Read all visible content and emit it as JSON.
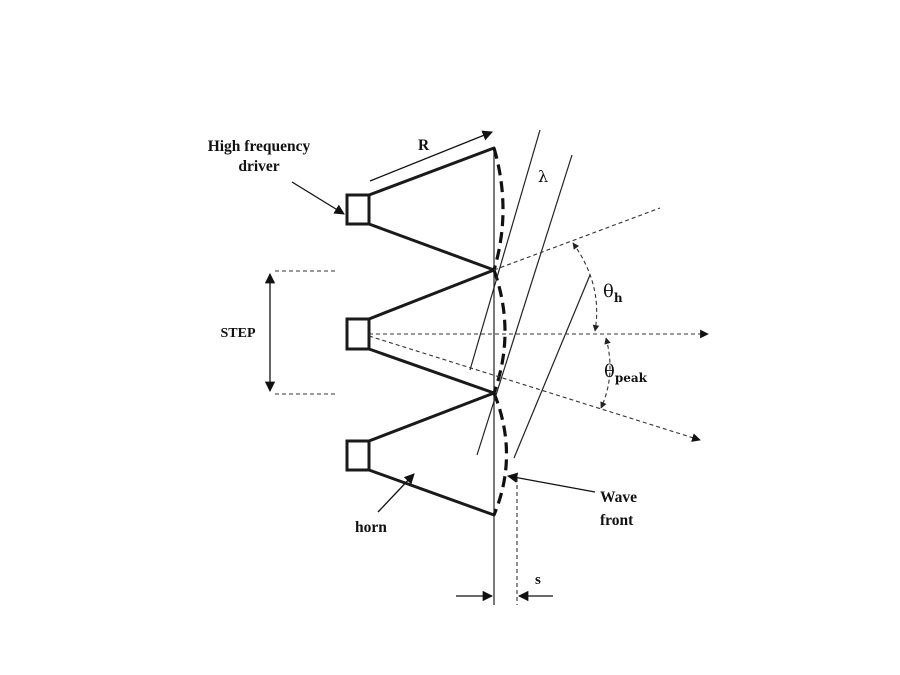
{
  "labels": {
    "driver_line1": "High frequency",
    "driver_line2": "driver",
    "radius": "R",
    "wavelength": "λ",
    "step": "STEP",
    "theta": "θ",
    "theta_h_sub": "h",
    "theta_peak_sub": "peak",
    "wave_line1": "Wave",
    "wave_line2": "front",
    "horn": "horn",
    "spacing": "s"
  }
}
